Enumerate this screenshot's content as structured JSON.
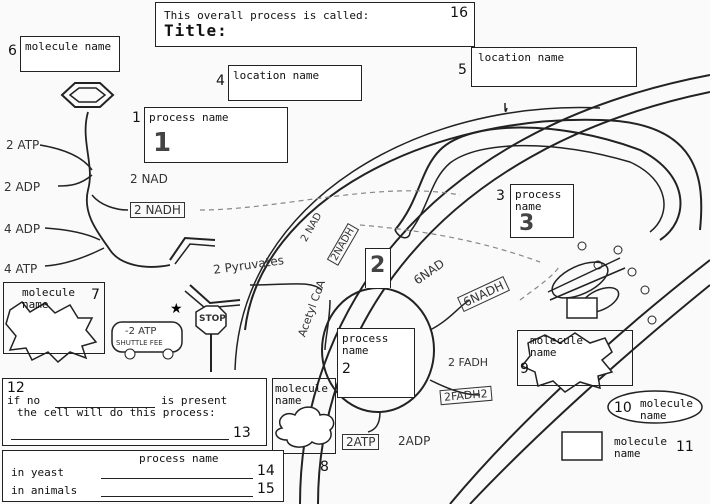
{
  "header": {
    "subtitle": "This overall process is called:",
    "title": "Title:",
    "num": "16"
  },
  "b6": {
    "num": "6",
    "label": "molecule name"
  },
  "b4": {
    "num": "4",
    "label": "location name"
  },
  "b5": {
    "num": "5",
    "label": "location name"
  },
  "b1": {
    "num": "1",
    "label": "process name",
    "hand": "1"
  },
  "b3": {
    "num": "3",
    "label": "process\nname",
    "hand": "3"
  },
  "b7": {
    "num": "7",
    "label": "molecule\nname"
  },
  "b2": {
    "num": "2",
    "label": "process\nname",
    "hand": "2"
  },
  "b8": {
    "num": "8",
    "label": "molecule\nname"
  },
  "b9": {
    "num": "9",
    "label": "molecule\nname"
  },
  "b10": {
    "num": "10",
    "label": "molecule\nname"
  },
  "b11": {
    "num": "11",
    "label": "molecule\nname"
  },
  "b12": {
    "num": "12",
    "line1": "if no",
    "line1b": "is present",
    "line2": "the cell will do this process:",
    "num13": "13"
  },
  "bottom": {
    "header": "process name",
    "row1": "in yeast",
    "row2": "in animals",
    "num14": "14",
    "num15": "15"
  },
  "hand_labels": {
    "atp1": "2 ATP",
    "adp1": "2 ADP",
    "adp4": "4 ADP",
    "atp4": "4 ATP",
    "nad2": "2 NAD",
    "nadh2": "2 NADH",
    "pyruvates": "2 Pyruvates",
    "nad_b": "2 NAD",
    "nadh_b": "2NADH",
    "acetyl": "Acetyl CoA",
    "nad6": "6NAD",
    "nadh6": "6NADH",
    "fadh": "2 FADH",
    "fadh2": "2FADH2",
    "atp_b": "2ATP",
    "adp_b": "2ADP",
    "atp_bus": "-2 ATP",
    "shuttle": "SHUTTLE FEE",
    "stop": "STOP"
  }
}
